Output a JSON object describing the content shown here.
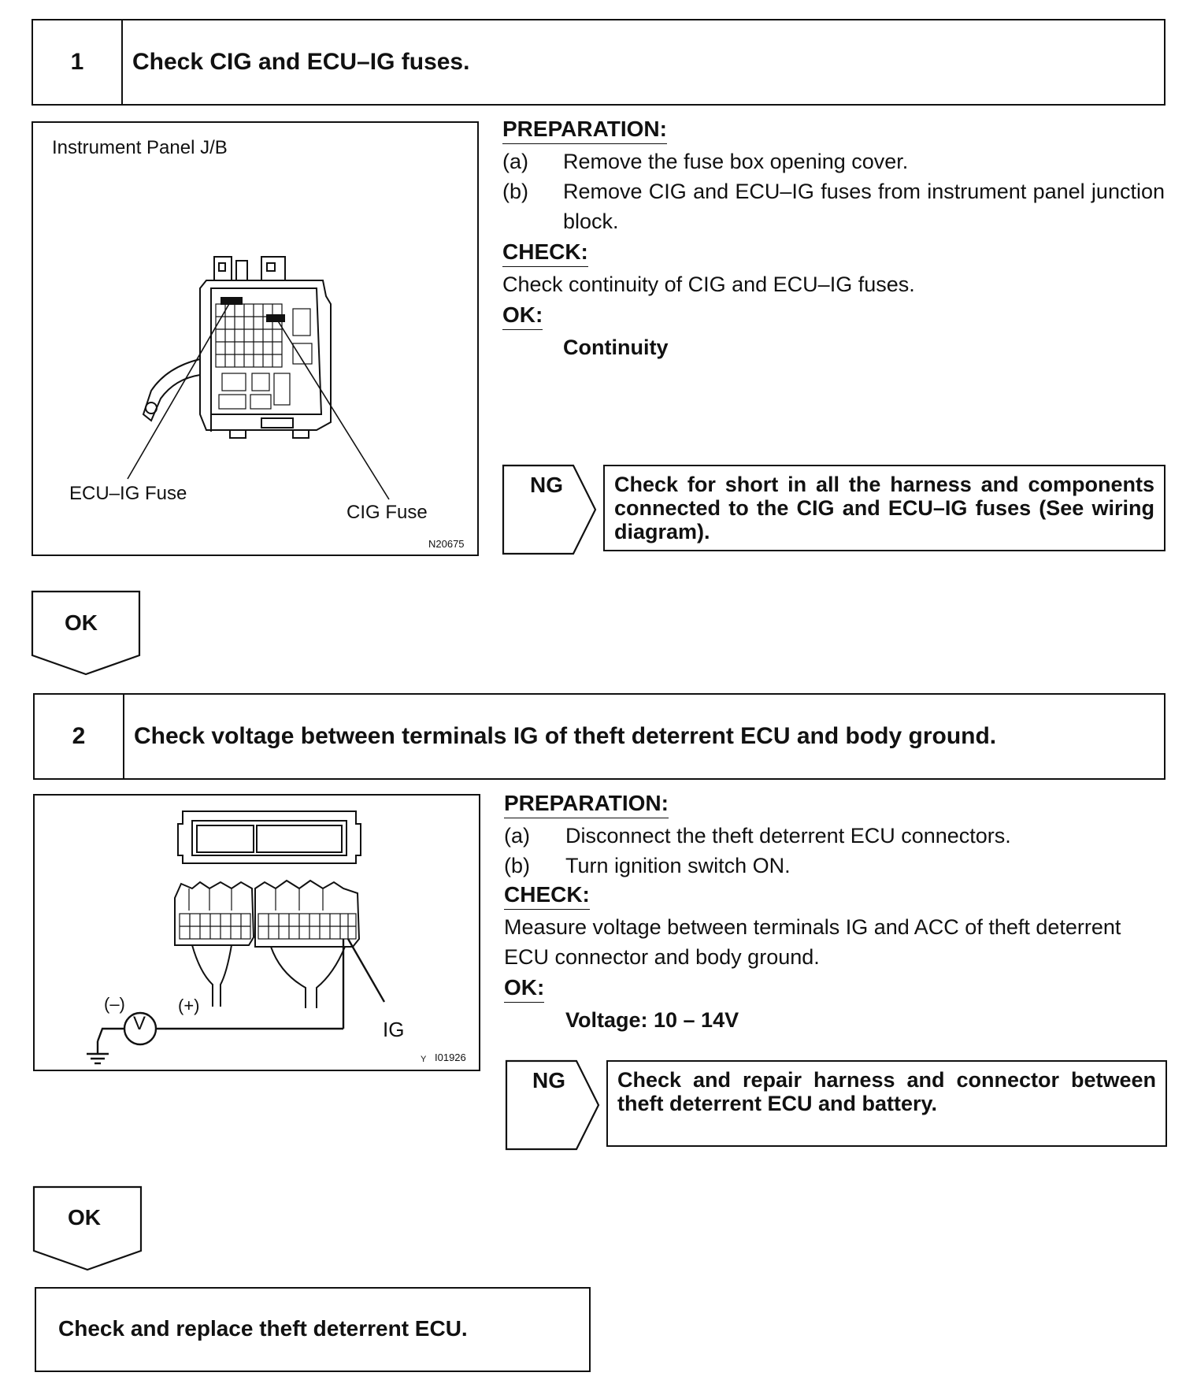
{
  "step1": {
    "number": "1",
    "title": "Check CIG and ECU–IG fuses.",
    "figure": {
      "caption": "Instrument Panel J/B",
      "label_left": "ECU–IG Fuse",
      "label_right": "CIG Fuse",
      "code": "N20675"
    },
    "preparation_heading": "PREPARATION:",
    "prep_a_marker": "(a)",
    "prep_a_text": "Remove the fuse box opening cover.",
    "prep_b_marker": "(b)",
    "prep_b_text": "Remove CIG and ECU–IG fuses from instrument panel junction block.",
    "check_heading": "CHECK:",
    "check_text": "Check continuity of CIG and ECU–IG fuses.",
    "ok_heading": "OK:",
    "ok_value": "Continuity",
    "ng_tab": "NG",
    "ng_text": "Check for short in all the harness and components connected to the CIG and ECU–IG fuses (See wiring diagram).",
    "ok_tab": "OK"
  },
  "step2": {
    "number": "2",
    "title": "Check voltage between terminals IG of theft deterrent ECU and body ground.",
    "figure": {
      "minus_label": "(–)",
      "plus_label": "(+)",
      "meter_label": "V",
      "terminal_label": "IG",
      "code": "I01926",
      "code_prefix": "Y"
    },
    "preparation_heading": "PREPARATION:",
    "prep_a_marker": "(a)",
    "prep_a_text": "Disconnect the theft deterrent ECU connectors.",
    "prep_b_marker": "(b)",
    "prep_b_text": "Turn ignition switch ON.",
    "check_heading": "CHECK:",
    "check_text": "Measure voltage between terminals IG and ACC of theft deterrent ECU connector and body ground.",
    "ok_heading": "OK:",
    "ok_value": "Voltage: 10 – 14V",
    "ng_tab": "NG",
    "ng_text": "Check and repair harness and connector between theft deterrent ECU and battery.",
    "ok_tab": "OK"
  },
  "final_action": "Check and replace theft deterrent ECU."
}
